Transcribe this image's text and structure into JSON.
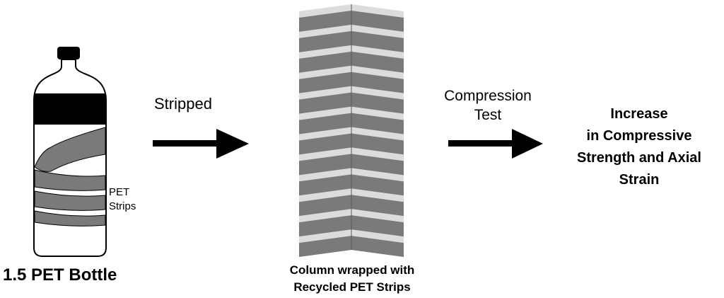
{
  "bottle": {
    "title": "1.5 PET Bottle",
    "strip_label_line1": "PET",
    "strip_label_line2": "Strips"
  },
  "step1": {
    "label": "Stripped"
  },
  "column": {
    "caption_line1": "Column wrapped with",
    "caption_line2": "Recycled PET Strips"
  },
  "step2": {
    "label_line1": "Compression",
    "label_line2": "Test"
  },
  "result": {
    "line1": "Increase",
    "line2": "in Compressive",
    "line3": "Strength and Axial",
    "line4": "Strain"
  },
  "colors": {
    "strip_fill": "#7a7a7a",
    "gap_fill": "#dcdcdc",
    "label_band": "#000000",
    "outline": "#000000"
  }
}
